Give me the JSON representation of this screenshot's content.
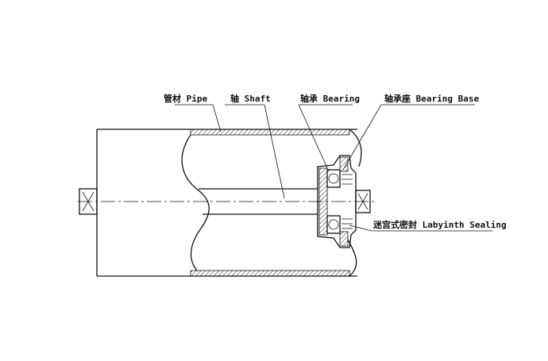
{
  "diagram": {
    "labels": {
      "pipe": "管材 Pipe",
      "shaft": "轴 Shaft",
      "bearing": "轴承 Bearing",
      "bearing_base": "轴承座 Bearing Base",
      "labyrinth_sealing": "迷宫式密封 Labyinth Sealing"
    },
    "line_color": "#111111",
    "background_color": "#ffffff"
  }
}
